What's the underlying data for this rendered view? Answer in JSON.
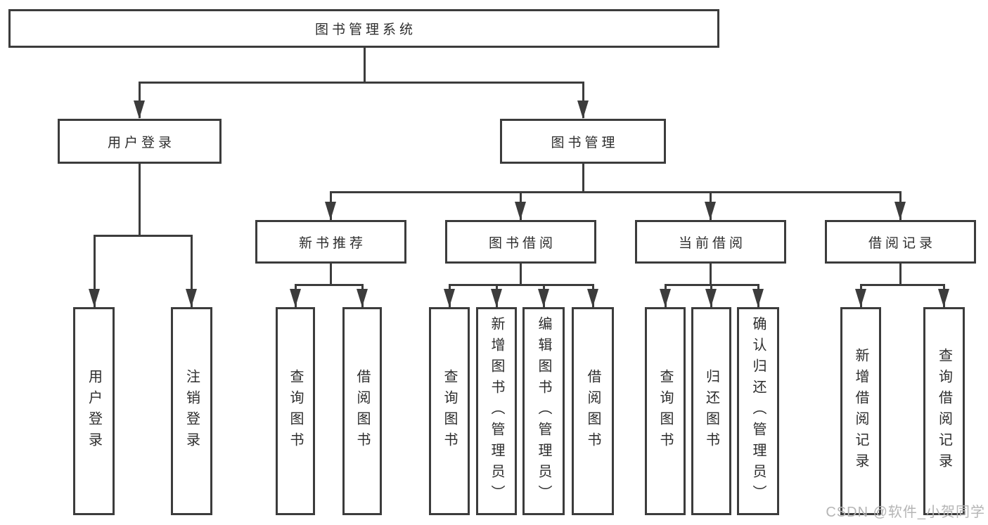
{
  "diagram": {
    "title_node": {
      "label": "图书管理系统"
    },
    "level2": [
      {
        "label": "用户登录"
      },
      {
        "label": "图书管理"
      }
    ],
    "level3": [
      {
        "label": "新书推荐"
      },
      {
        "label": "图书借阅"
      },
      {
        "label": "当前借阅"
      },
      {
        "label": "借阅记录"
      }
    ],
    "leaves": {
      "user_login": [
        "用户登录",
        "注销登录"
      ],
      "new_book": [
        "查询图书",
        "借阅图书"
      ],
      "book_borrow": [
        "查询图书",
        "新增图书（管理员）",
        "编辑图书（管理员）",
        "借阅图书"
      ],
      "current_borrow": [
        "查询图书",
        "归还图书",
        "确认归还（管理员）"
      ],
      "borrow_records": [
        "新增借阅记录",
        "查询借阅记录"
      ]
    },
    "colors": {
      "line": "#3c3c3c",
      "text": "#2d2d2d",
      "background": "#ffffff"
    }
  },
  "watermark": {
    "text": "CSDN @软件_小贺同学",
    "color": "#b5b5b5"
  }
}
